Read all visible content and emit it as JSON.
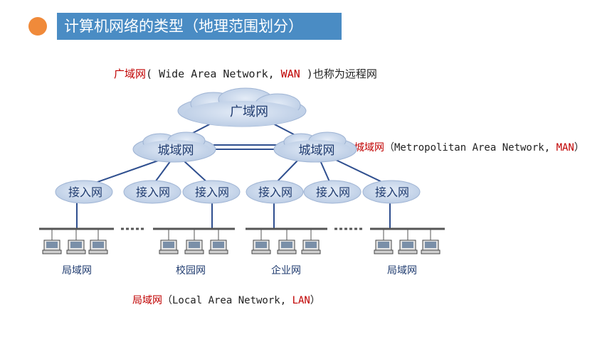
{
  "title": "计算机网络的类型（地理范围划分）",
  "captions": {
    "wan": {
      "term": "广域网",
      "open": "( Wide Area Network, ",
      "abbr": "WAN",
      "close": " )也称为远程网"
    },
    "man": {
      "term": "城域网",
      "open": "（Metropolitan Area Network, ",
      "abbr": "MAN",
      "close": "）"
    },
    "lan": {
      "term": "局域网",
      "open": "（Local Area Network, ",
      "abbr": "LAN",
      "close": "）"
    }
  },
  "diagram": {
    "wan_node": "广域网",
    "man_nodes": [
      "城域网",
      "城域网"
    ],
    "access_nodes": [
      "接入网",
      "接入网",
      "接入网",
      "接入网",
      "接入网",
      "接入网"
    ],
    "lan_labels": [
      "局域网",
      "校园网",
      "企业网",
      "局域网"
    ]
  },
  "colors": {
    "title_bg": "#4a8cc4",
    "bullet": "#f08a3a",
    "cloud_fill": "#c9d8ec",
    "cloud_edge": "#9fb4d4",
    "line": "#2f4f8f",
    "accent_red": "#c00000"
  }
}
